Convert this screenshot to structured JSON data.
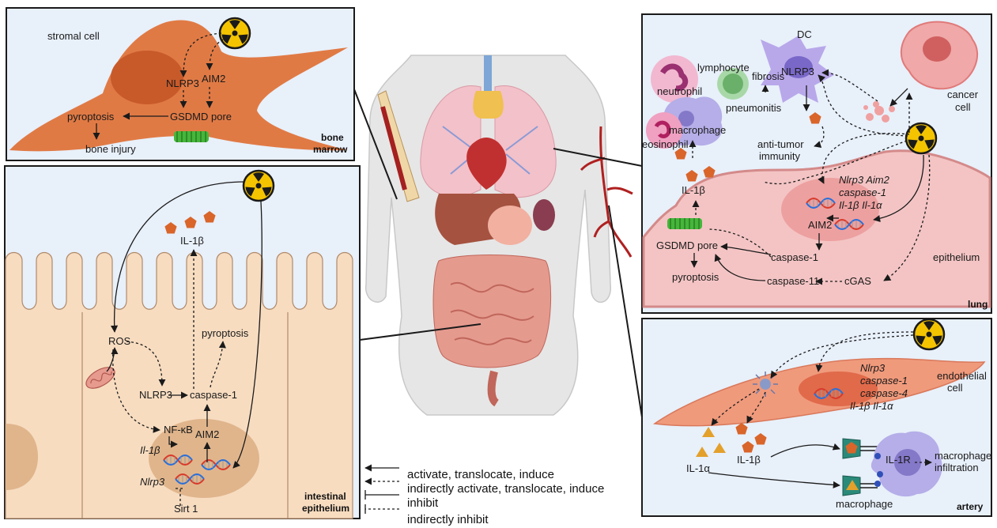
{
  "bone_marrow": {
    "label_stromal": "stromal cell",
    "nlrp3": "NLRP3",
    "aim2": "AIM2",
    "gsdmd_pore": "GSDMD pore",
    "pyroptosis": "pyroptosis",
    "bone_injury": "bone injury",
    "title_line1": "bone",
    "title_line2": "marrow"
  },
  "intestine": {
    "il1b_out": "IL-1β",
    "pyroptosis": "pyroptosis",
    "ros": "ROS",
    "nlrp3": "NLRP3",
    "caspase1": "caspase-1",
    "nfkb": "NF-κB",
    "aim2": "AIM2",
    "il1b_gene": "Il-1β",
    "nlrp3_gene": "Nlrp3",
    "sirt1": "Sirt 1",
    "title_line1": "intestinal",
    "title_line2": "epithelium"
  },
  "lung": {
    "dc": "DC",
    "lymphocyte": "lymphocyte",
    "neutrophil": "neutrophil",
    "fibrosis": "fibrosis",
    "nlrp3": "NLRP3",
    "cancer_line1": "cancer",
    "cancer_line2": "cell",
    "pneumonitis": "pneumonitis",
    "macrophage": "macrophage",
    "eosinophil": "eosinophil",
    "antitumor_line1": "anti-tumor",
    "antitumor_line2": "immunity",
    "il1b": "IL-1β",
    "gene_line1": "Nlrp3 Aim2",
    "gene_line2": "caspase-1",
    "gene_line3": "Il-1β Il-1α",
    "aim2": "AIM2",
    "gsdmd_pore": "GSDMD pore",
    "caspase1": "caspase-1",
    "epithelium": "epithelium",
    "pyroptosis": "pyroptosis",
    "caspase11": "caspase-11",
    "cgas": "cGAS",
    "title": "lung"
  },
  "artery": {
    "endothelial_line1": "endothelial",
    "endothelial_line2": "cell",
    "gene_line1": "Nlrp3",
    "gene_line2": "caspase-1",
    "gene_line3": "caspase-4",
    "gene_line4": "Il-1β Il-1α",
    "il1b": "IL-1β",
    "il1a": "IL-1α",
    "il1r": "IL-1R",
    "infiltration_line1": "macrophage",
    "infiltration_line2": "infiltration",
    "macrophage": "macrophage",
    "title": "artery"
  },
  "legend": {
    "activate": "activate, translocate, induce",
    "indirect_activate": "indirectly activate, translocate, induce",
    "inhibit": "inhibit",
    "indirect_inhibit": "indirectly inhibit"
  },
  "colors": {
    "panel_bg": "#e8f0fa",
    "stromal_cell": "#e07a45",
    "epithelium_cell": "#f7dcc0",
    "lung_cell": "#f4c4c4",
    "artery_cell": "#f09a7c",
    "il1b_pentagon": "#d9652a",
    "gsdmd_green": "#45b63a",
    "radiation_yellow": "#f5c400"
  },
  "icons": [
    "radiation-icon",
    "il1b-pentagon-icon",
    "gsdmd-pore-icon",
    "dna-icon",
    "mitochondrion-icon",
    "human-body-icon"
  ]
}
